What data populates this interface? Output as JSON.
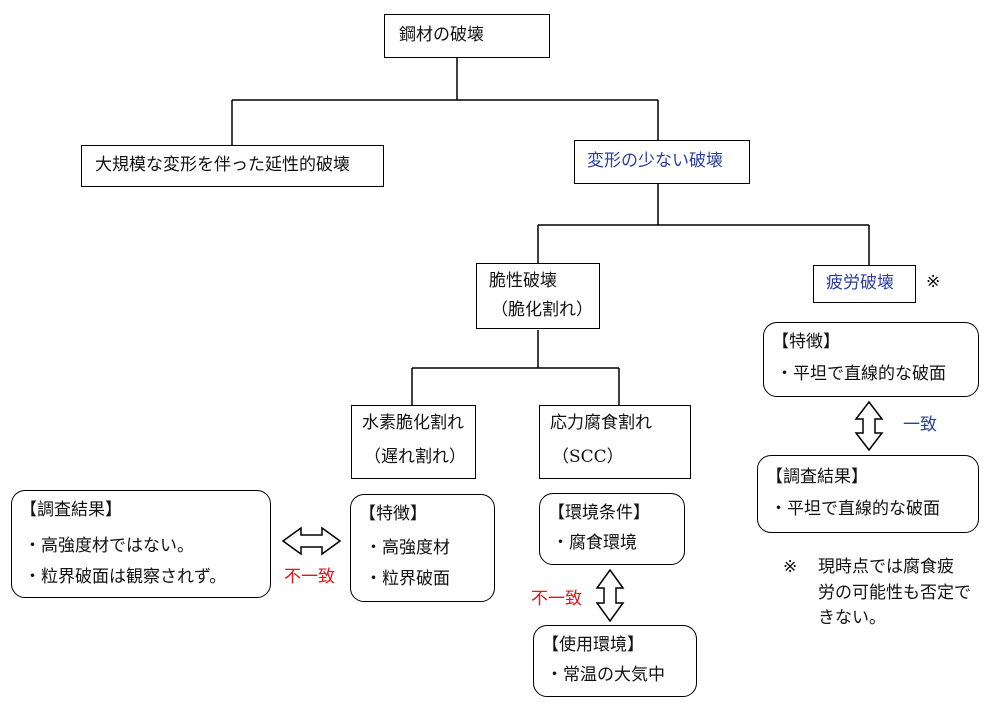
{
  "nodes": {
    "root": "鋼材の破壊",
    "ductile": "大規模な変形を伴った延性的破壊",
    "little_deform": "変形の少ない破壊",
    "brittle_line1": "脆性破壊",
    "brittle_line2": "（脆化割れ）",
    "fatigue": "疲労破壊",
    "fatigue_mark": "※",
    "hydrogen_line1": "水素脆化割れ",
    "hydrogen_line2": "（遅れ割れ）",
    "scc_line1": "応力腐食割れ",
    "scc_line2": "（SCC）"
  },
  "panels": {
    "survey_left": {
      "title": "【調査結果】",
      "items": [
        "・高強度材ではない。",
        "・粒界破面は観察されず。"
      ]
    },
    "hydrogen_features": {
      "title": "【特徴】",
      "items": [
        "・高強度材",
        "・粒界破面"
      ]
    },
    "scc_env": {
      "title": "【環境条件】",
      "items": [
        "・腐食環境"
      ]
    },
    "scc_usage": {
      "title": "【使用環境】",
      "items": [
        "・常温の大気中"
      ]
    },
    "fatigue_features": {
      "title": "【特徴】",
      "items": [
        "・平坦で直線的な破面"
      ]
    },
    "fatigue_survey": {
      "title": "【調査結果】",
      "items": [
        "・平坦で直線的な破面"
      ]
    }
  },
  "relations": {
    "mismatch_hydrogen": "不一致",
    "mismatch_scc": "不一致",
    "match_fatigue": "一致"
  },
  "note": {
    "mark": "※",
    "lines": [
      "現時点では腐食疲",
      "労の可能性も否定で",
      "きない。"
    ]
  },
  "colors": {
    "blue": "#2a3f9c",
    "red": "#e0161b"
  }
}
